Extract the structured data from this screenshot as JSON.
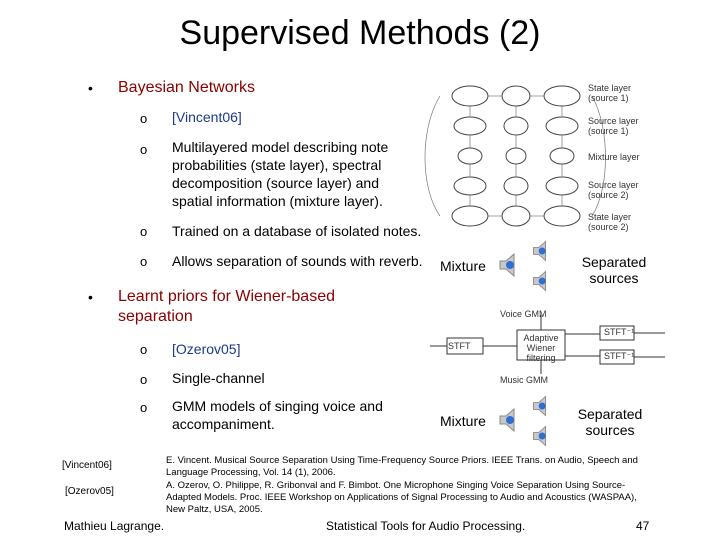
{
  "slide": {
    "title": "Supervised Methods (2)",
    "page_number": "47",
    "footer_left": "Mathieu Lagrange.",
    "footer_center": "Statistical Tools for Audio Processing."
  },
  "sections": [
    {
      "heading": "Bayesian Networks",
      "items": [
        "[Vincent06]",
        "Multilayered model describing note probabilities (state layer), spectral decomposition (source layer) and spatial information (mixture layer).",
        "Trained on a database of isolated notes.",
        "Allows separation of sounds with reverb."
      ]
    },
    {
      "heading": "Learnt priors for Wiener-based separation",
      "items": [
        "[Ozerov05]",
        "Single-channel",
        "GMM models of singing voice and accompaniment."
      ]
    }
  ],
  "bullet_glyph": "•",
  "sub_glyph": "o",
  "audio": {
    "mixture_label": "Mixture",
    "separated_label": "Separated sources"
  },
  "bn_diagram": {
    "layers": [
      "State layer (source 1)",
      "Source layer (source 1)",
      "Mixture layer",
      "Source layer (source 2)",
      "State layer (source 2)"
    ]
  },
  "wiener_diagram": {
    "voice": "Voice GMM",
    "music": "Music GMM",
    "stft": "STFT",
    "filter": "Adaptive Wiener filtering",
    "istft": "STFT⁻¹"
  },
  "references": [
    {
      "key": "[Vincent06]",
      "text": "E. Vincent. Musical Source Separation Using Time-Frequency Source Priors. IEEE Trans. on Audio, Speech and Language Processing, Vol. 14 (1), 2006."
    },
    {
      "key": "[Ozerov05]",
      "text": "A. Ozerov, O. Philippe, R. Gribonval and F. Bimbot. One Microphone Singing Voice Separation Using Source-Adapted Models. Proc. IEEE Workshop on Applications of Signal Processing to Audio and Acoustics (WASPAA), New Paltz, USA, 2005."
    }
  ]
}
